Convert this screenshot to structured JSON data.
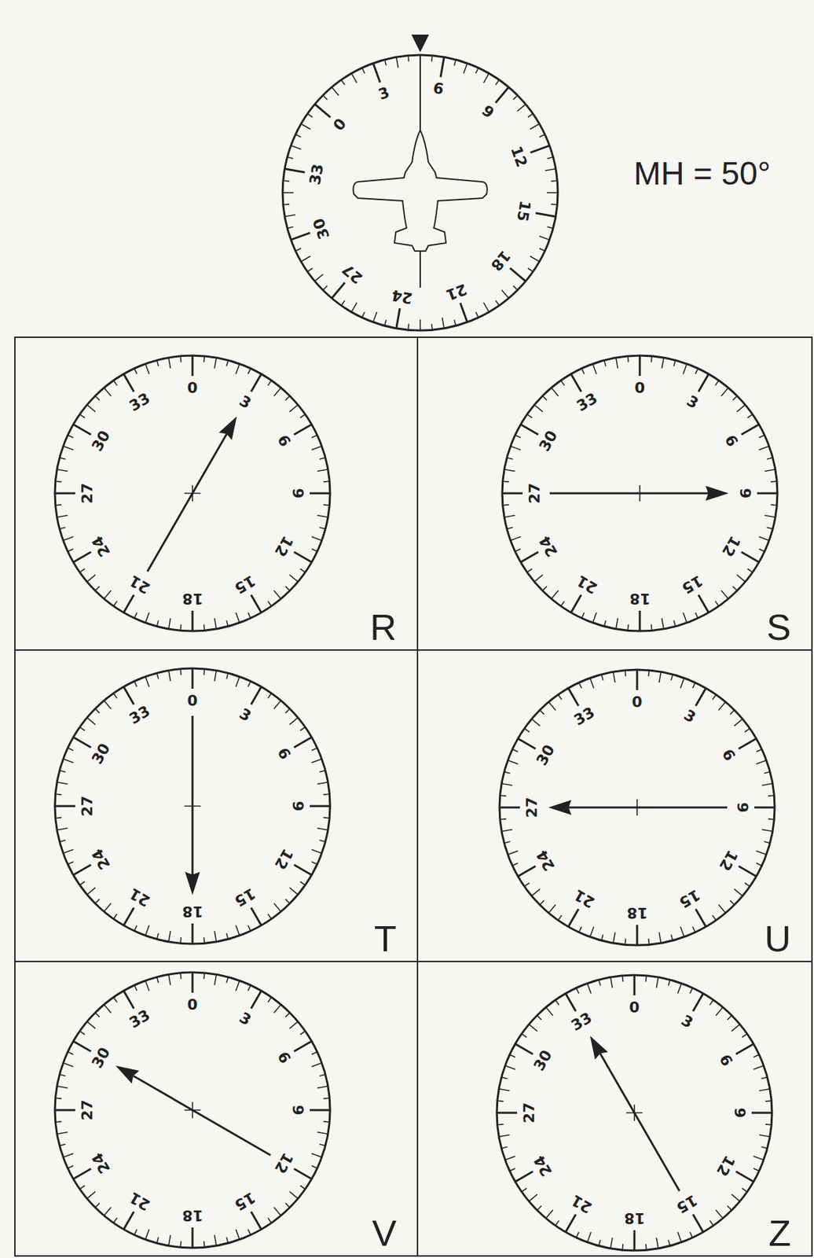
{
  "diagram": {
    "nodes": [
      {
        "text": [
          "R"
        ]
      },
      {
        "text": [
          "S"
        ]
      },
      {
        "text": [
          "T"
        ]
      },
      {
        "text": [
          "U"
        ]
      },
      {
        "text": [
          "V"
        ]
      },
      {
        "text": [
          "Z"
        ]
      }
    ],
    "labels": [
      "MH = 50°",
      "0",
      "3",
      "6",
      "9",
      "12",
      "15",
      "18",
      "21",
      "24",
      "27",
      "30",
      "33",
      "0",
      "3",
      "6",
      "9",
      "12",
      "15",
      "18",
      "21",
      "24",
      "27",
      "30",
      "33",
      "0",
      "3",
      "6",
      "9",
      "12",
      "15",
      "18",
      "21",
      "24",
      "27",
      "30",
      "33",
      "0",
      "3",
      "6",
      "9",
      "12",
      "15",
      "18",
      "21",
      "24",
      "27",
      "30",
      "33",
      "0",
      "3",
      "6",
      "9",
      "12",
      "15",
      "18",
      "21",
      "24",
      "27",
      "30",
      "33",
      "0",
      "3",
      "6",
      "9",
      "12",
      "15",
      "18",
      "21",
      "24",
      "27",
      "30",
      "33",
      "0",
      "3",
      "6",
      "9",
      "12",
      "15",
      "18",
      "21",
      "24",
      "27",
      "30",
      "33"
    ]
  }
}
